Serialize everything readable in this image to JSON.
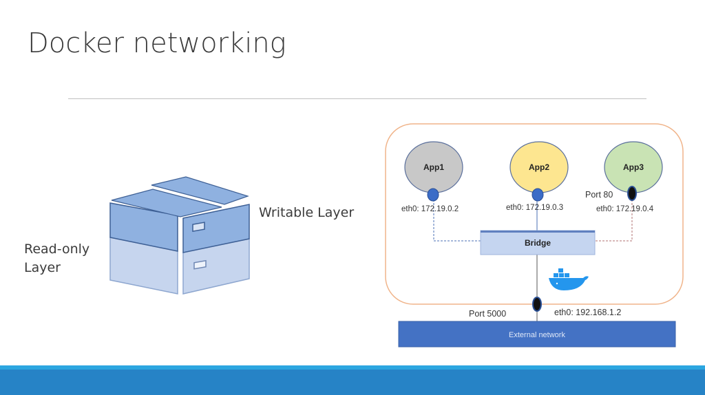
{
  "slide": {
    "title": "Docker networking"
  },
  "layers_figure": {
    "writable_label": "Writable Layer",
    "readonly_label_line1": "Read-only",
    "readonly_label_line2": "Layer"
  },
  "network_diagram": {
    "apps": [
      {
        "name": "App1",
        "iface": "eth0: 172.19.0.2",
        "color": "#c8c8c8"
      },
      {
        "name": "App2",
        "iface": "eth0: 172.19.0.3",
        "color": "#fde690"
      },
      {
        "name": "App3",
        "iface": "eth0: 172.19.0.4",
        "color": "#c9e3b4",
        "port": "Port 80"
      }
    ],
    "bridge_label": "Bridge",
    "host_port": "Port 5000",
    "host_iface": "eth0: 192.168.1.2",
    "external_label": "External network",
    "colors": {
      "host_border": "#f0b48a",
      "bridge_fill": "#c5d5f0",
      "external_fill": "#4472c4",
      "docker_blue": "#2496ed"
    }
  },
  "footer": {
    "accent": "#2683c6"
  }
}
